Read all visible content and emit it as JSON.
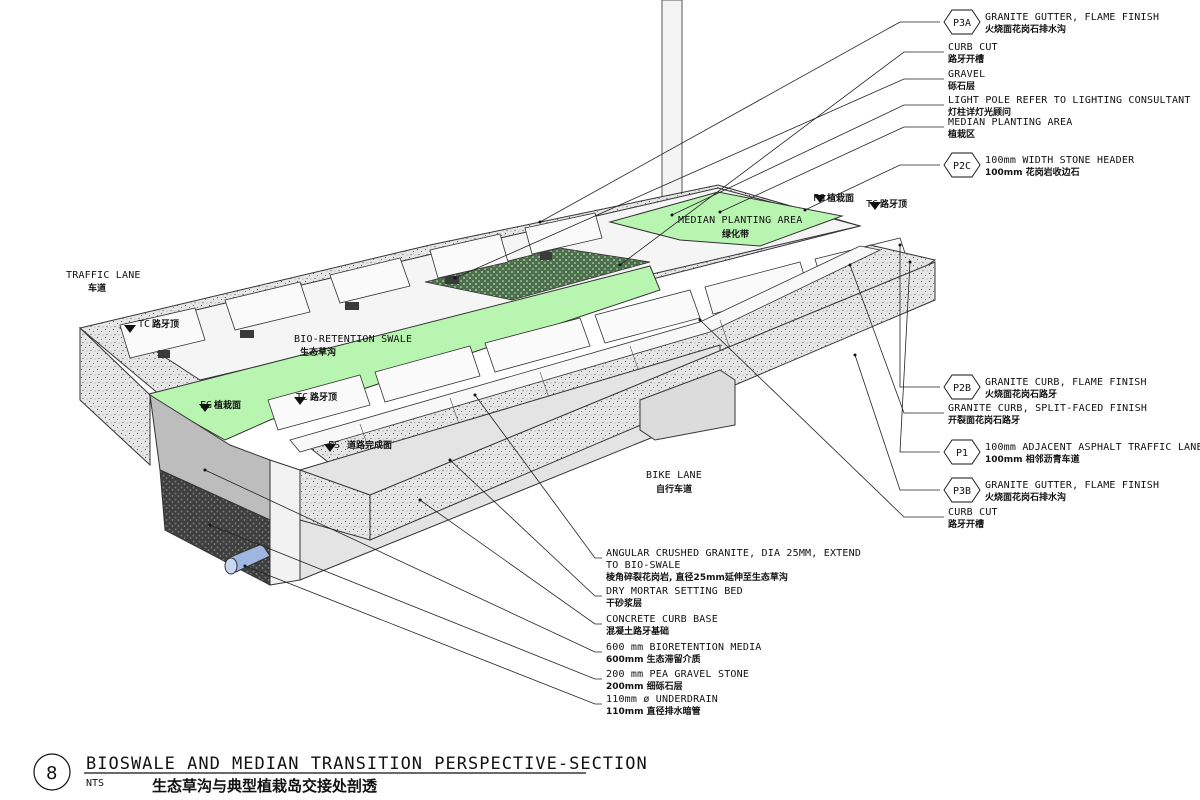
{
  "drawing": {
    "number": "8",
    "title_en": "BIOSWALE AND MEDIAN TRANSITION PERSPECTIVE-SECTION",
    "title_cn": "生态草沟与典型植栽岛交接处剖透",
    "scale": "NTS"
  },
  "callouts_right": [
    {
      "tag": "P3A",
      "en": "GRANITE GUTTER, FLAME FINISH",
      "cn": "火烧面花岗石排水沟"
    },
    {
      "tag": "",
      "en": "CURB CUT",
      "cn": "路牙开槽"
    },
    {
      "tag": "",
      "en": "GRAVEL",
      "cn": "砾石层"
    },
    {
      "tag": "",
      "en": "LIGHT POLE REFER TO LIGHTING CONSULTANT",
      "cn": "灯柱详灯光顾问"
    },
    {
      "tag": "",
      "en": "MEDIAN PLANTING AREA",
      "cn": "植栽区"
    },
    {
      "tag": "P2C",
      "en": "100mm WIDTH STONE HEADER",
      "cn": "100mm 花岗岩收边石"
    },
    {
      "tag": "P2B",
      "en": "GRANITE CURB, FLAME FINISH",
      "cn": "火烧面花岗石路牙"
    },
    {
      "tag": "",
      "en": "GRANITE CURB, SPLIT-FACED FINISH",
      "cn": "开裂面花岗石路牙"
    },
    {
      "tag": "P1",
      "en": "100mm ADJACENT ASPHALT TRAFFIC LANE",
      "cn": "100mm 相邻沥青车道"
    },
    {
      "tag": "P3B",
      "en": "GRANITE GUTTER, FLAME FINISH",
      "cn": "火烧面花岗石排水沟"
    },
    {
      "tag": "",
      "en": "CURB CUT",
      "cn": "路牙开槽"
    }
  ],
  "callouts_bottom": [
    {
      "en": "ANGULAR CRUSHED GRANITE, DIA 25MM, EXTEND",
      "en2": "TO BIO-SWALE",
      "cn": "棱角碎裂花岗岩, 直径25mm延伸至生态草沟"
    },
    {
      "en": "DRY MORTAR SETTING BED",
      "en2": "",
      "cn": "干砂浆层"
    },
    {
      "en": "CONCRETE CURB BASE",
      "en2": "",
      "cn": "混凝土路牙基础"
    },
    {
      "en": "600 mm BIORETENTION MEDIA",
      "en2": "",
      "cn": "600mm 生态滞留介质"
    },
    {
      "en": "200 mm PEA GRAVEL STONE",
      "en2": "",
      "cn": "200mm 细砾石层"
    },
    {
      "en": "110mm ø UNDERDRAIN",
      "en2": "",
      "cn": "110mm 直径排水暗管"
    }
  ],
  "in_drawing": {
    "traffic_lane_en": "TRAFFIC LANE",
    "traffic_lane_cn": "车道",
    "bio_swale_en": "BIO-RETENTION SWALE",
    "bio_swale_cn": "生态草沟",
    "median_en": "MEDIAN PLANTING AREA",
    "median_cn": "绿化带",
    "bike_lane_en": "BIKE LANE",
    "bike_lane_cn": "自行车道",
    "tc_label": "TC",
    "tc_cn": "路牙顶",
    "fg_label": "FG",
    "fg_cn": "植栽面",
    "fs_label": "FS",
    "fs_cn": "道路完成面"
  },
  "colors": {
    "planting": "#b8f5b0",
    "gravel": "#555555",
    "pipe": "#9fb6e0",
    "concrete": "#ececec",
    "stone": "#f7f7f7"
  }
}
